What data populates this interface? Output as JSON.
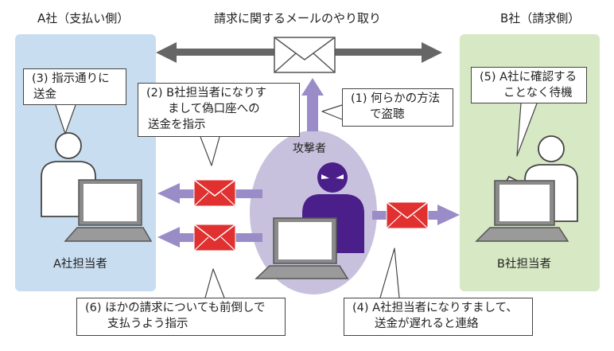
{
  "header": {
    "company_a": "A社（支払い側）",
    "center": "請求に関するメールのやり取り",
    "company_b": "B社（請求側）"
  },
  "attacker_label": "攻撃者",
  "people": {
    "a_person": "A社担当者",
    "b_person": "B社担当者"
  },
  "callouts": {
    "c1": [
      "(1) 何らかの方法",
      "で盗聴"
    ],
    "c2": [
      "(2) B社担当者になりす",
      "まして偽口座への",
      "送金を指示"
    ],
    "c3": [
      "(3) 指示通りに",
      "送金"
    ],
    "c4": [
      "(4) A社担当者になりすまして、",
      "送金が遅れると連絡"
    ],
    "c5": [
      "(5) A社に確認する",
      "ことなく待機"
    ],
    "c6": [
      "(6) ほかの請求についても前倒しで",
      "支払うよう指示"
    ]
  },
  "colors": {
    "panel_a": "#c9ddf0",
    "panel_b": "#d7e8c4",
    "attacker_ellipse": "#c8c1dd",
    "arrow_purple": "#9a8cc6",
    "arrow_gray": "#666666",
    "envelope_red": "#e03030",
    "attacker_body": "#4b1f8a"
  }
}
